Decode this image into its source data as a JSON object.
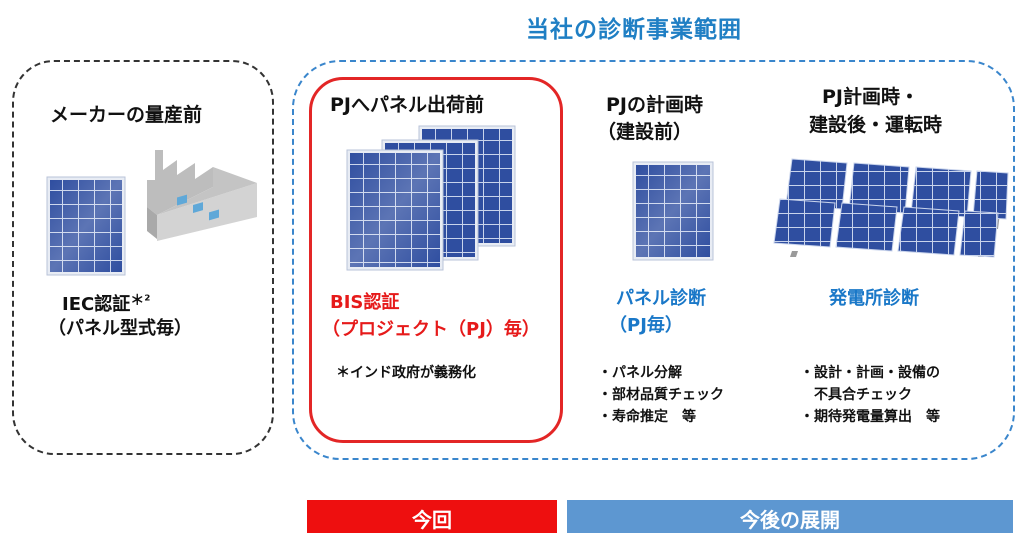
{
  "scope_title": "当社の診断事業範囲",
  "manufacturer": {
    "heading": "メーカーの量産前",
    "cert_line1": "IEC認証",
    "cert_mark": "＊²",
    "cert_line2": "（パネル型式毎）"
  },
  "pre_shipment": {
    "heading": "PJへパネル出荷前",
    "cert_line1": "BIS認証",
    "cert_line2": "（プロジェクト（PJ）毎）",
    "note": "＊インド政府が義務化"
  },
  "planning": {
    "heading_line1": "PJの計画時",
    "heading_line2": "（建設前）",
    "service_line1": "パネル診断",
    "service_line2": "（PJ毎）",
    "items": [
      "・パネル分解",
      "・部材品質チェック",
      "・寿命推定　等"
    ]
  },
  "operation": {
    "heading_line1": "PJ計画時・",
    "heading_line2": "建設後・運転時",
    "service": "発電所診断",
    "items": [
      "・設計・計画・設備の",
      "　不具合チェック",
      "・期待発電量算出　等"
    ]
  },
  "bars": {
    "current": "今回",
    "future": "今後の展開"
  },
  "colors": {
    "scope_blue": "#1f7fc4",
    "highlight_red": "#e61a1a",
    "current_bar": "#ee0f0f",
    "future_bar": "#5d97d1"
  },
  "icons": [
    "solar-panel-icon",
    "factory-icon",
    "solar-panel-stack-icon",
    "solar-farm-icon"
  ]
}
